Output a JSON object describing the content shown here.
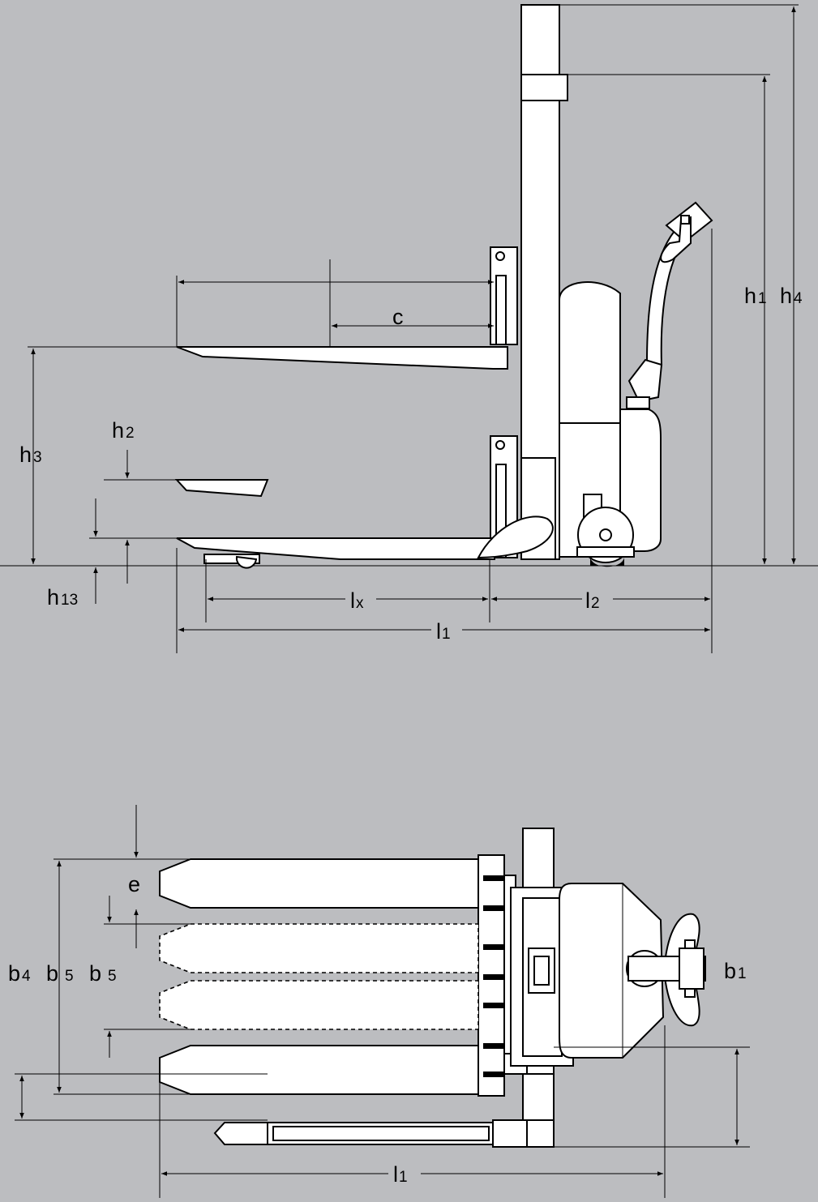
{
  "colors": {
    "background": "#bcbdc0",
    "part_fill": "#ffffff",
    "line": "#000000"
  },
  "side_view": {
    "labels": {
      "c": "c",
      "h1": "h",
      "h1_sub": "1",
      "h4": "h",
      "h4_sub": "4",
      "h3": "h",
      "h3_sub": "3",
      "h2": "h",
      "h2_sub": "2",
      "h13": "h",
      "h13_sub": "13",
      "lx": "l",
      "lx_sub": "x",
      "l2": "l",
      "l2_sub": "2",
      "l1": "l",
      "l1_sub": "1"
    }
  },
  "top_view": {
    "labels": {
      "e": "e",
      "b4": "b",
      "b4_sub": "4",
      "b5a": "b",
      "b5a_sub": "5",
      "b5b": "b",
      "b5b_sub": "5",
      "b1": "b",
      "b1_sub": "1",
      "l1": "l",
      "l1_sub": "1"
    }
  }
}
